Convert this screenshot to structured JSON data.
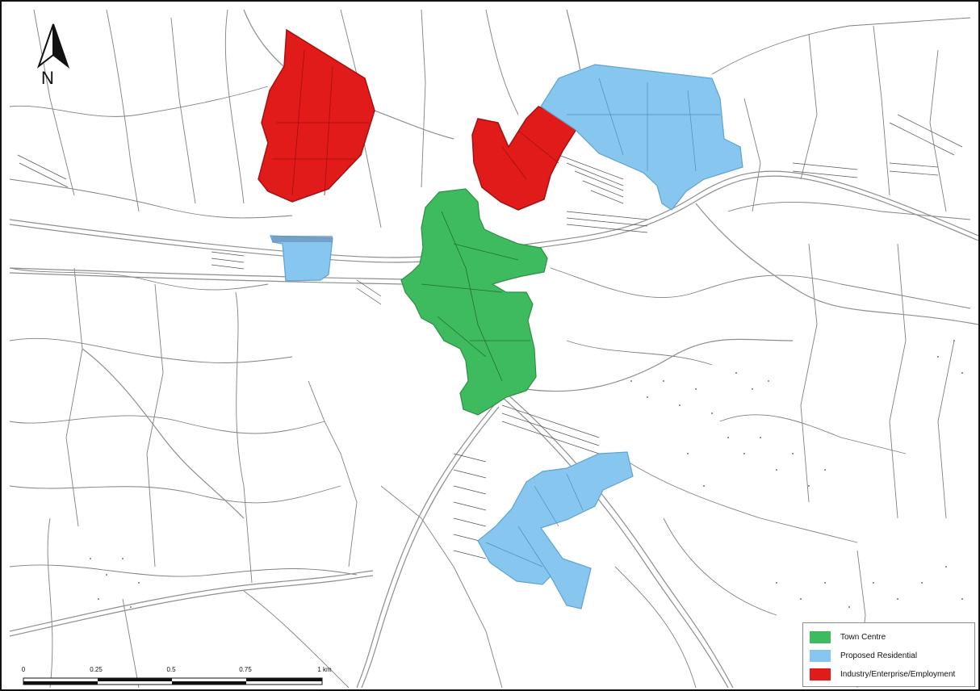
{
  "north_arrow": {
    "letter": "N"
  },
  "legend": {
    "items": [
      {
        "label": "Town Centre",
        "color": "#3dbb5e"
      },
      {
        "label": "Proposed Residential",
        "color": "#86c6ef"
      },
      {
        "label": "Industry/Enterprise/Employment",
        "color": "#e11a1a"
      }
    ]
  },
  "scale_bar": {
    "labels": [
      "0",
      "0.25",
      "0.5",
      "0.75",
      "1 km"
    ]
  },
  "colors": {
    "town_centre": "#3dbb5e",
    "proposed_residential": "#86c6ef",
    "industry": "#e11a1a",
    "roads": "#9a9a9a",
    "boundaries": "#5a5a5a"
  }
}
